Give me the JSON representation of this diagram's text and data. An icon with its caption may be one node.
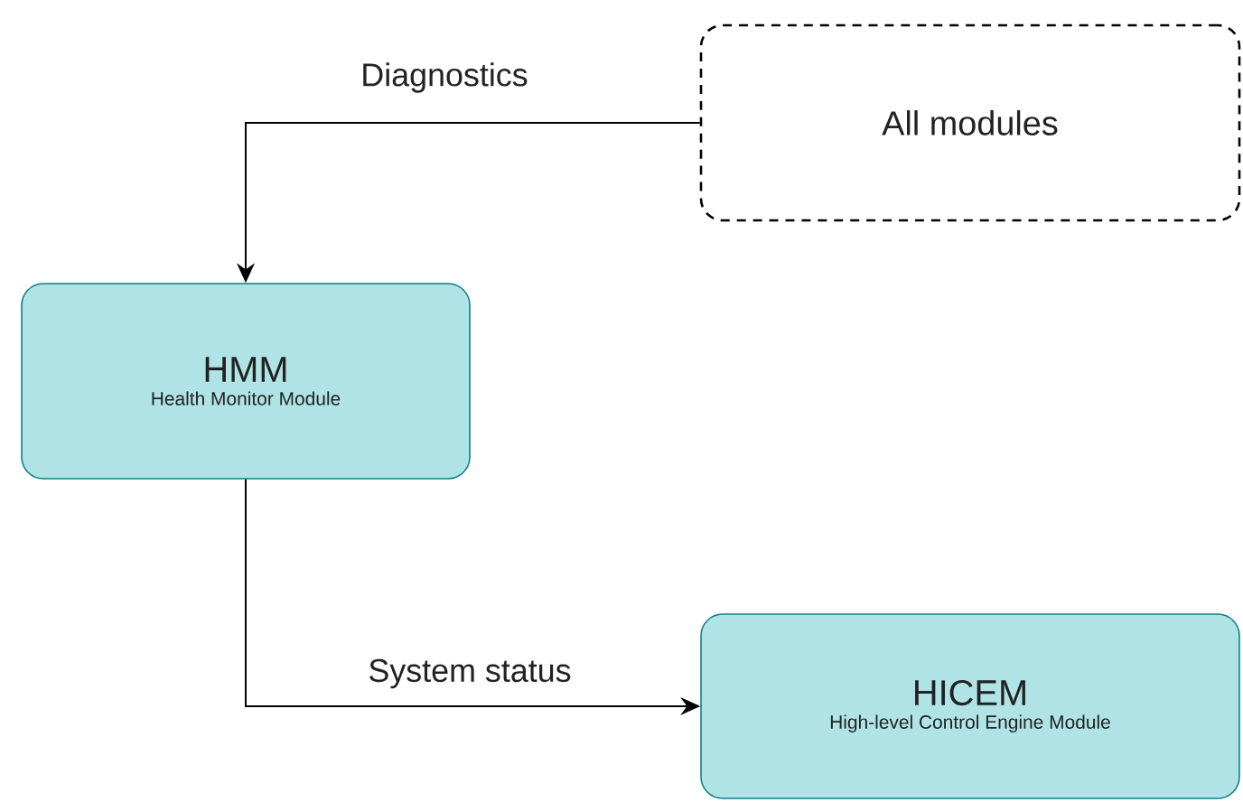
{
  "diagram": {
    "nodes": [
      {
        "text": [
          "All modules"
        ]
      },
      {
        "text": [
          "HMM",
          "Health Monitor Module"
        ]
      },
      {
        "text": [
          "HICEM",
          "High-level Control Engine Module"
        ]
      }
    ],
    "edges": [
      {
        "from": 0,
        "to": 1,
        "arrow": "to",
        "label": "Diagnostics"
      },
      {
        "from": 1,
        "to": 2,
        "arrow": "to",
        "label": "System status"
      }
    ]
  }
}
